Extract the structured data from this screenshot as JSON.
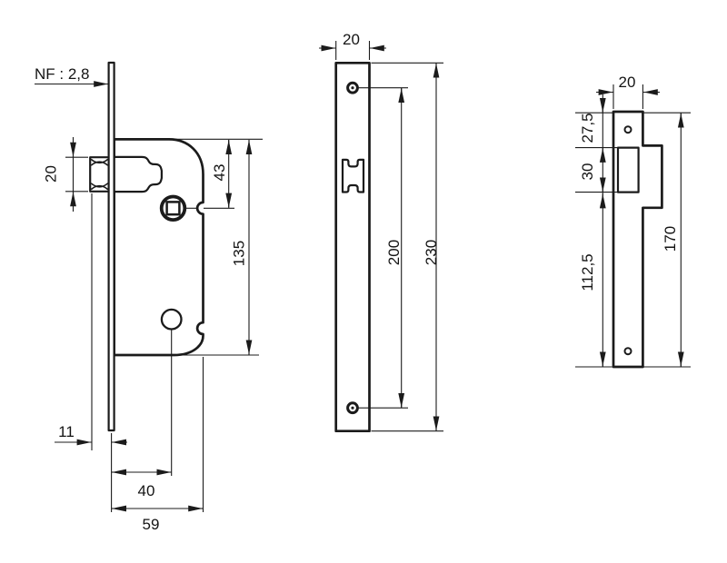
{
  "document": {
    "type": "technical-drawing",
    "subject": "mortise lock, faceplate and strike plate with dimensions"
  },
  "colors": {
    "background": "#ffffff",
    "line": "#1b1b1b"
  },
  "views": {
    "lock_case": {
      "labels": {
        "faceplate_standard": "NF : 2,8",
        "latch_height": "20",
        "spindle_offset": "43",
        "case_height": "135",
        "latch_projection": "11",
        "backset": "40",
        "case_depth": "59"
      }
    },
    "faceplate": {
      "labels": {
        "width": "20",
        "screw_spacing": "200",
        "total_height": "230"
      }
    },
    "strike_plate": {
      "labels": {
        "width": "20",
        "top_offset": "27,5",
        "opening_height": "30",
        "lower_length": "112,5",
        "total_height": "170"
      }
    }
  }
}
